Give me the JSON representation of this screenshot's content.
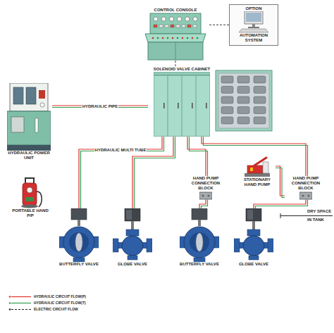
{
  "diagram": {
    "nodes": [
      {
        "text": [
          "CONTROL CONSOLE"
        ]
      },
      {
        "text": [
          "OPTION",
          "AUTOMATION SYSTEM"
        ]
      },
      {
        "text": [
          "HYDRAULIC POWER UNIT"
        ]
      },
      {
        "text": [
          "SOLENOID VALVE CABINET"
        ]
      },
      {
        "text": [
          "PORTABLE HAND P/P"
        ]
      },
      {
        "text": [
          "BUTTERFLY VALVE"
        ]
      },
      {
        "text": [
          "GLOBE VALVE"
        ]
      },
      {
        "text": [
          "HAND PUMP CONNECTION BLOCK"
        ]
      },
      {
        "text": [
          "STATIONARY HAND PUMP"
        ]
      },
      {
        "text": [
          "HAND PUMP CONNECTION BLOCK"
        ]
      },
      {
        "text": [
          "BUTTERFLY VALVE"
        ]
      },
      {
        "text": [
          "GLOBE VALVE"
        ]
      }
    ],
    "edges": [
      {
        "from": 1,
        "to": 0,
        "arrow": "none"
      },
      {
        "from": 0,
        "to": 3,
        "arrow": "none"
      },
      {
        "from": 2,
        "to": 3,
        "label": "HYDRAULIC PIPE",
        "arrow": "none"
      },
      {
        "from": 3,
        "to": 5,
        "label": "HYDRAULIC MULTI TUBE",
        "arrow": "none"
      },
      {
        "from": 3,
        "to": 6,
        "arrow": "none"
      },
      {
        "from": 3,
        "to": 7,
        "arrow": "none"
      },
      {
        "from": 7,
        "to": 10,
        "arrow": "none"
      },
      {
        "from": 3,
        "to": 9,
        "arrow": "none"
      },
      {
        "from": 9,
        "to": 11,
        "arrow": "none"
      },
      {
        "from": 8,
        "to": 9,
        "arrow": "none"
      }
    ],
    "labels": [
      "DRY SPACE",
      "IN TANK"
    ],
    "legend": [
      {
        "text": "HYDRAULIC CIRCUIT FLOW(P)"
      },
      {
        "text": "HYDRAULIC CIRCUIT FLOW(T)"
      },
      {
        "text": "ELECTRIC CIRCUIT FLOW"
      }
    ]
  }
}
